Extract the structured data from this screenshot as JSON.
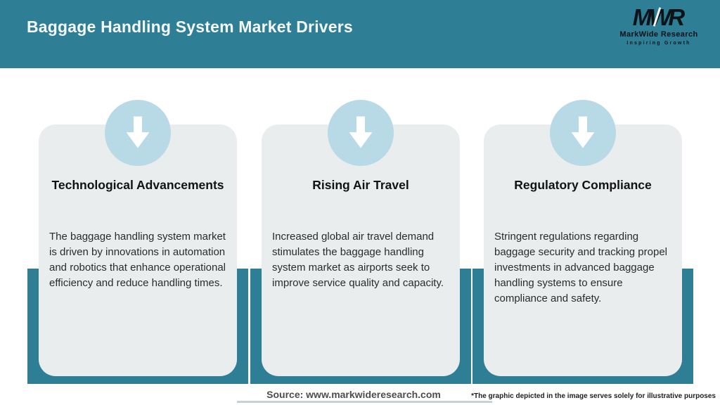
{
  "header": {
    "title": "Baggage Handling System Market Drivers",
    "logo": {
      "monogram": "MWR",
      "name": "MarkWide Research",
      "tagline": "Inspiring Growth"
    }
  },
  "cards": [
    {
      "icon": "arrow-down-icon",
      "title": "Technological Advancements",
      "description": "The baggage handling system market is driven by innovations in automation and robotics that enhance operational efficiency and reduce handling times."
    },
    {
      "icon": "arrow-down-icon",
      "title": "Rising Air Travel",
      "description": "Increased global air travel demand stimulates the baggage handling system market as airports seek to improve service quality and capacity."
    },
    {
      "icon": "arrow-down-icon",
      "title": "Regulatory Compliance",
      "description": "Stringent regulations regarding baggage security and tracking propel investments in advanced baggage handling systems to ensure compliance and safety."
    }
  ],
  "footer": {
    "source": "Source: www.markwideresearch.com",
    "disclaimer": "*The graphic depicted in the image serves solely for illustrative purposes"
  },
  "colors": {
    "teal": "#2E7E95",
    "icon_circle_blue": "#B8D9E6",
    "card_background": "#E9EDEE"
  }
}
